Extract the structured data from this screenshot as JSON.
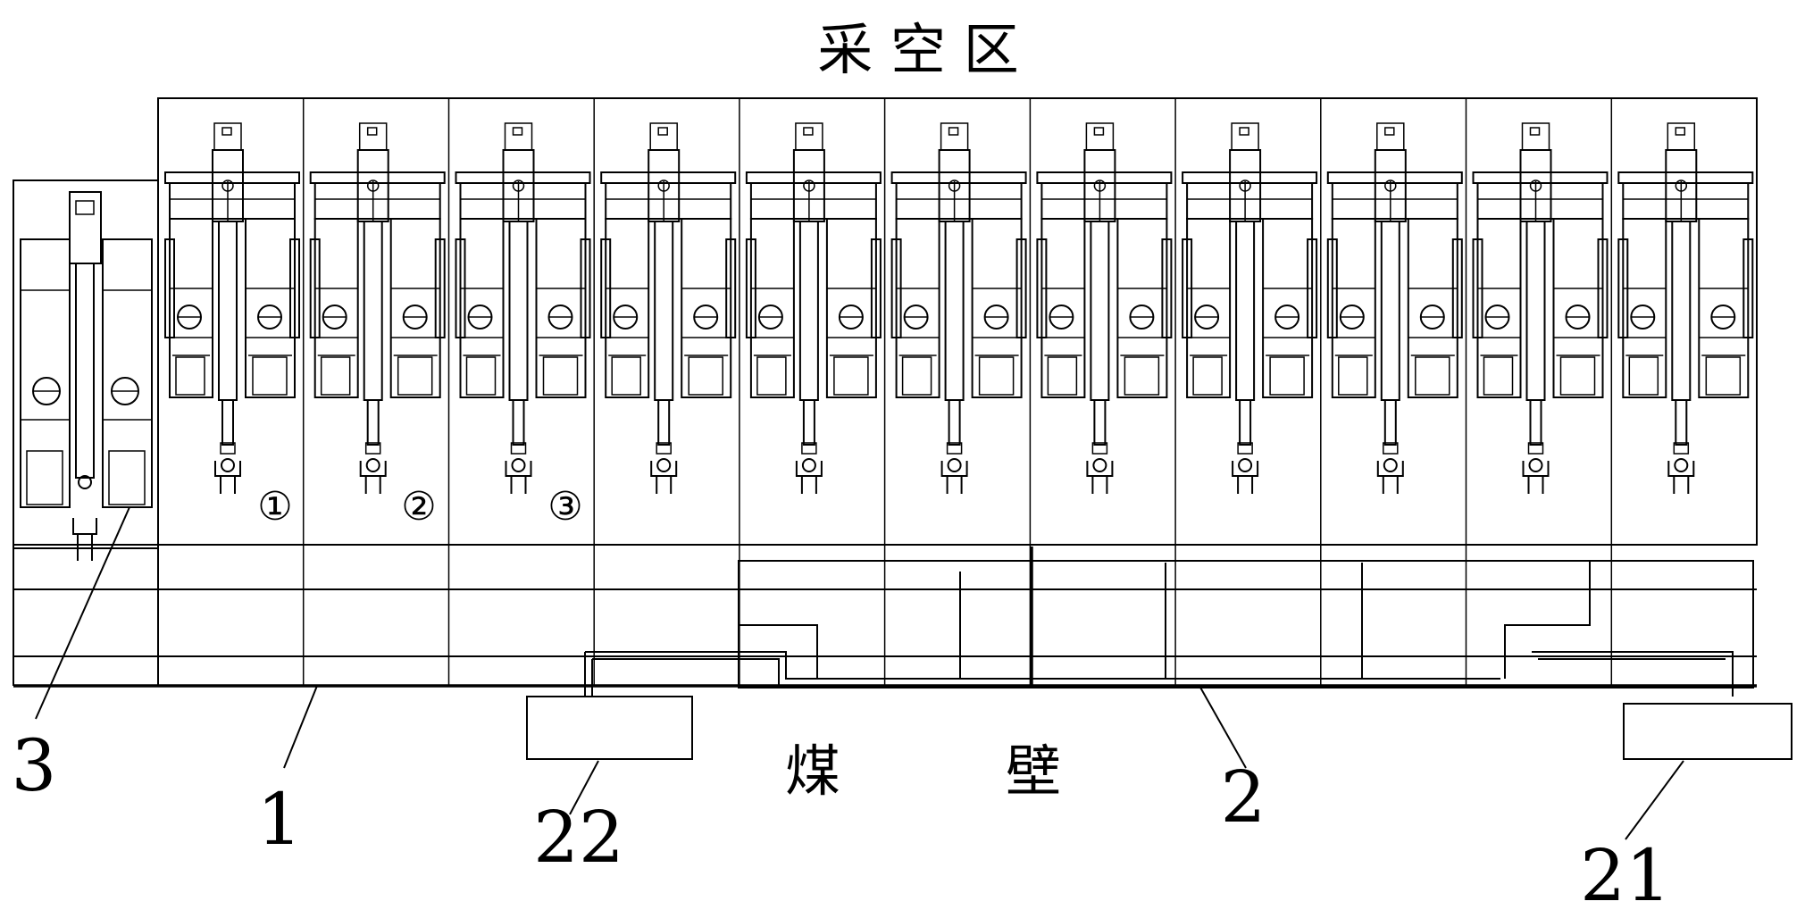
{
  "top_label": "采 空 区",
  "bottom_label_left": "煤",
  "bottom_label_right": "壁",
  "support_count": 11,
  "circled_numbers": [
    "①",
    "②",
    "③"
  ],
  "callouts": {
    "left_support": "3",
    "main_row": "1",
    "right_system": "2",
    "box_left": "22",
    "box_right": "21"
  }
}
